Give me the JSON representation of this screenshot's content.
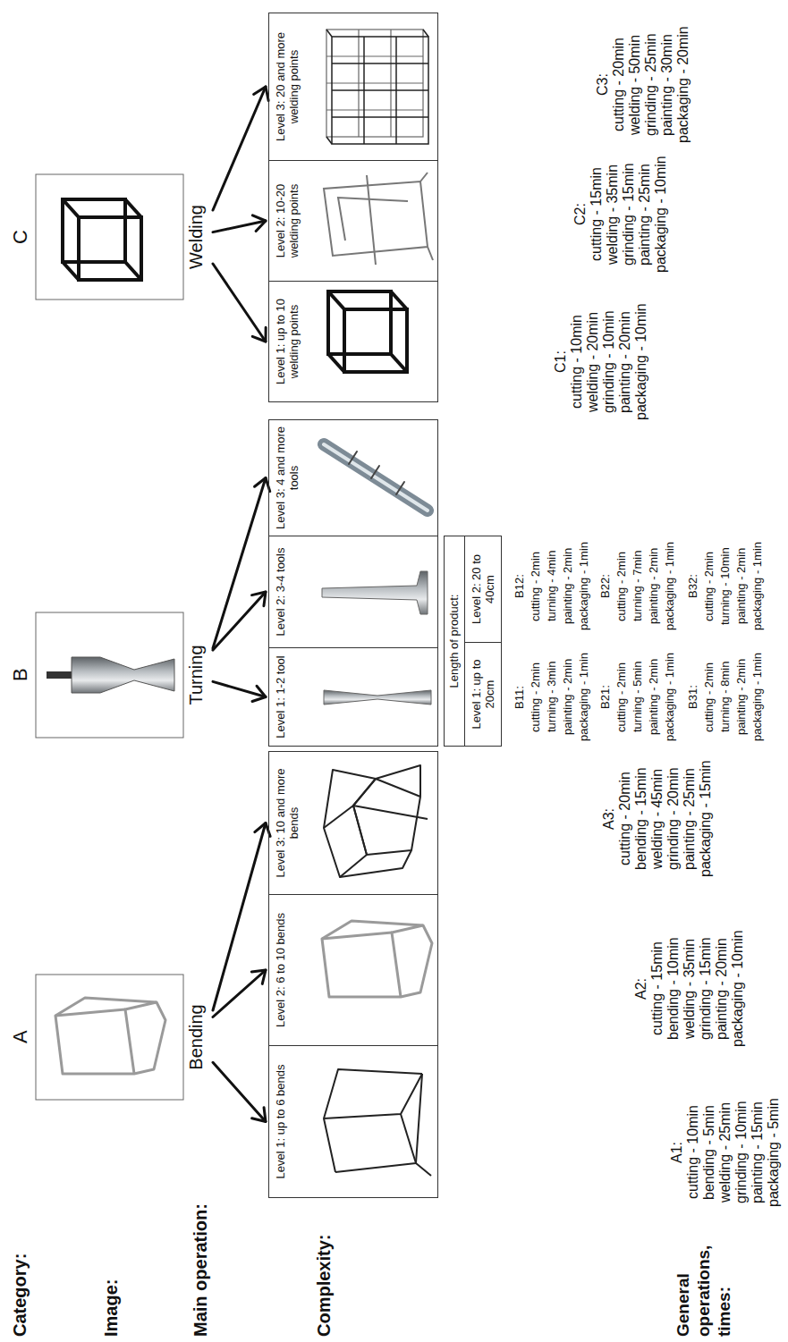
{
  "diagram": {
    "nodes": [
      {
        "text": [
          "Bending"
        ]
      },
      {
        "text": [
          "Level 1: up to 6 bends"
        ]
      },
      {
        "text": [
          "Level 2: 6 to 10 bends"
        ]
      },
      {
        "text": [
          "Level 3: 10 and more bends"
        ]
      },
      {
        "text": [
          "Turning"
        ]
      },
      {
        "text": [
          "Level 1: 1-2 tool"
        ]
      },
      {
        "text": [
          "Level 2: 3-4 tools"
        ]
      },
      {
        "text": [
          "Level 3: 4 and more tools"
        ]
      },
      {
        "text": [
          "Length of product:"
        ]
      },
      {
        "text": [
          "Level 1: up to 20cm"
        ],
        "in": 8
      },
      {
        "text": [
          "Level 2: 20 to 40cm"
        ],
        "in": 8
      },
      {
        "text": [
          "Welding"
        ]
      },
      {
        "text": [
          "Level 1: up to 10 welding points"
        ]
      },
      {
        "text": [
          "Level 2: 10-20 welding points"
        ]
      },
      {
        "text": [
          "Level 3: 20 and more welding points"
        ]
      }
    ],
    "edges": [
      {
        "from": 0,
        "to": 1,
        "arrow": "to"
      },
      {
        "from": 0,
        "to": 2,
        "arrow": "to"
      },
      {
        "from": 0,
        "to": 3,
        "arrow": "to"
      },
      {
        "from": 4,
        "to": 5,
        "arrow": "to"
      },
      {
        "from": 4,
        "to": 6,
        "arrow": "to"
      },
      {
        "from": 4,
        "to": 7,
        "arrow": "to"
      },
      {
        "from": 11,
        "to": 12,
        "arrow": "to"
      },
      {
        "from": 11,
        "to": 13,
        "arrow": "to"
      },
      {
        "from": 11,
        "to": 14,
        "arrow": "to"
      }
    ],
    "labels": [
      "Category:",
      "Image:",
      "Main operation:",
      "Complexity:",
      "General operations, times:",
      "A",
      "B",
      "C",
      "A1:",
      "cutting - 10min",
      "bending - 5min",
      "welding - 25min",
      "grinding - 10min",
      "painting - 15min",
      "packaging - 5min",
      "A2:",
      "cutting - 15min",
      "bending - 10min",
      "welding - 35min",
      "grinding - 15min",
      "painting - 20min",
      "packaging - 10min",
      "A3:",
      "cutting - 20min",
      "bending - 15min",
      "welding - 45min",
      "grinding - 20min",
      "painting - 25min",
      "packaging - 15min",
      "B11:",
      "cutting - 2min",
      "turning - 3min",
      "painting - 2min",
      "packaging - 1min",
      "B12:",
      "cutting - 2min",
      "turning - 4min",
      "painting - 2min",
      "packaging - 1min",
      "B21:",
      "cutting - 2min",
      "turning - 5min",
      "painting - 2min",
      "packaging - 1min",
      "B22:",
      "cutting - 2min",
      "turning - 7min",
      "painting - 2min",
      "packaging - 1min",
      "B31:",
      "cutting - 2min",
      "turning - 8min",
      "painting - 2min",
      "packaging - 1min",
      "B32:",
      "cutting - 2min",
      "turning - 10min",
      "painting - 2min",
      "packaging - 1min",
      "C1:",
      "cutting - 10min",
      "welding - 20min",
      "grinding - 10min",
      "painting - 20min",
      "packaging - 10min",
      "C2:",
      "cutting - 15min",
      "welding - 35min",
      "grinding - 15min",
      "painting - 25min",
      "packaging - 10min",
      "C3:",
      "cutting - 20min",
      "welding - 50min",
      "grinding - 25min",
      "painting - 30min",
      "packaging - 20min"
    ]
  }
}
